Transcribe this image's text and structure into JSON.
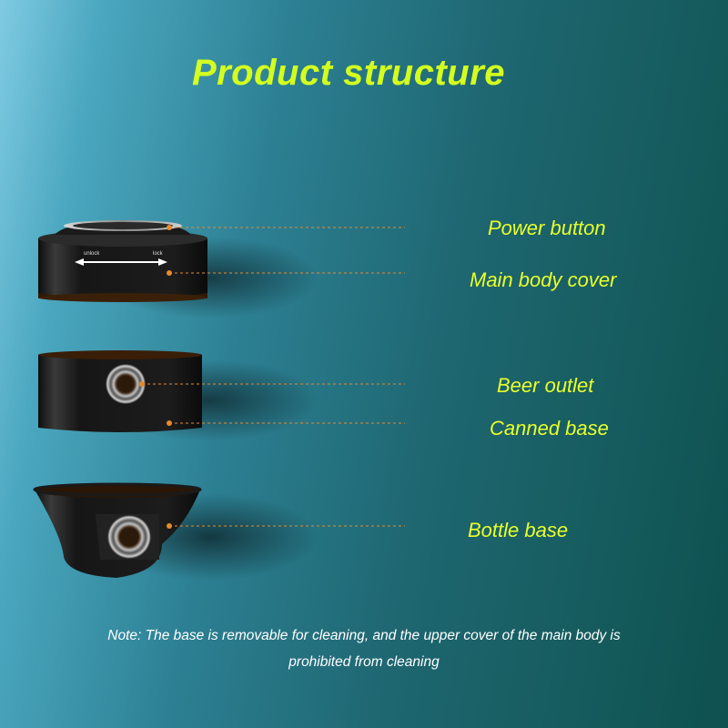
{
  "title": "Product structure",
  "parts": {
    "power_button": "Power button",
    "main_body_cover": "Main body cover",
    "beer_outlet": "Beer outlet",
    "canned_base": "Canned base",
    "bottle_base": "Bottle base"
  },
  "cover_markings": {
    "unlock": "unlock",
    "lock": "lock"
  },
  "note": {
    "line1": "Note: The base is removable for cleaning, and the upper cover of the main body is",
    "line2": "prohibited from cleaning"
  },
  "colors": {
    "title": "#d4ff1e",
    "labels": "#e9ff2a",
    "leader_line": "#e88a2b",
    "note": "#ffffff"
  }
}
